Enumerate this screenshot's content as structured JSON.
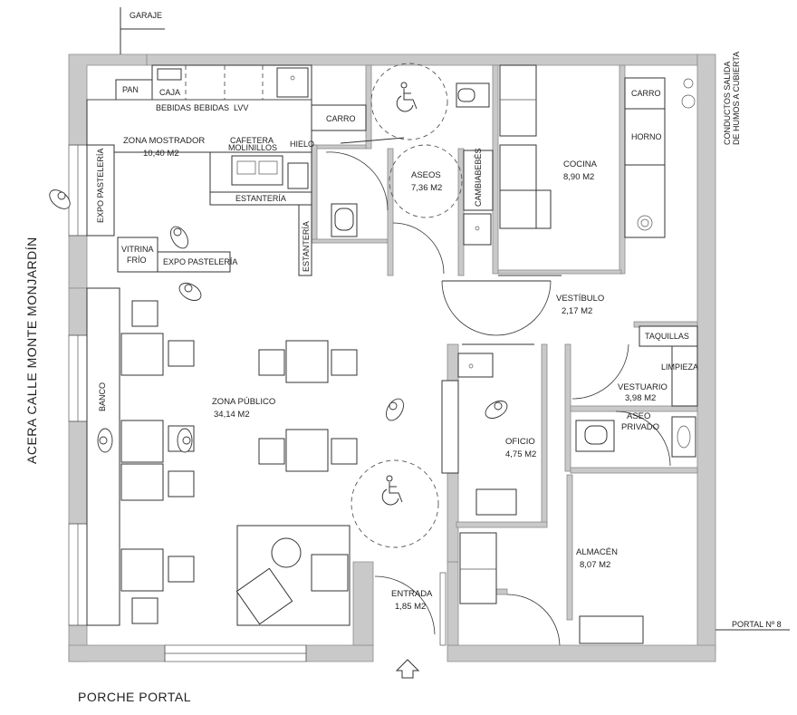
{
  "surroundings": {
    "garage": "GARAJE",
    "street": "ACERA CALLE MONTE MONJARDÍN",
    "porch": "PORCHE PORTAL",
    "portal": "PORTAL Nº 8",
    "smoke_ducts_line1": "CONDUCTOS SALIDA",
    "smoke_ducts_line2": "DE HUMOS A CUBIERTA"
  },
  "rooms": {
    "mostrador": {
      "name": "ZONA MOSTRADOR",
      "area": "10,40 M2"
    },
    "aseos": {
      "name": "ASEOS",
      "area": "7,36 M2"
    },
    "cocina": {
      "name": "COCINA",
      "area": "8,90 M2"
    },
    "vestibulo": {
      "name": "VESTÍBULO",
      "area": "2,17 M2"
    },
    "publico": {
      "name": "ZONA PÚBLICO",
      "area": "34,14 M2"
    },
    "vestuario": {
      "name": "VESTUARIO",
      "area": "3,98 M2"
    },
    "aseo_privado_line1": "ASEO",
    "aseo_privado_line2": "PRIVADO",
    "oficio": {
      "name": "OFICIO",
      "area": "4,75 M2"
    },
    "almacen": {
      "name": "ALMACÉN",
      "area": "8,07 M2"
    },
    "entrada": {
      "name": "ENTRADA",
      "area": "1,85 M2"
    }
  },
  "fixtures": {
    "pan": "PAN",
    "caja": "CAJA",
    "bebidas_1": "BEBIDAS",
    "bebidas_2": "BEBIDAS",
    "lvv": "LVV",
    "carro_bar": "CARRO",
    "cafetera_line1": "CAFETERA",
    "cafetera_line2": "MOLINILLOS",
    "hielo": "HIELO",
    "estanteria_h": "ESTANTERÍA",
    "estanteria_v": "ESTANTERÍA",
    "expo_pasteleria_v": "EXPO PASTELERÍA",
    "expo_pasteleria_h": "EXPO PASTELERÍA",
    "vitrina_line1": "VITRINA",
    "vitrina_line2": "FRÍO",
    "cambiabebes": "CAMBIABEBÉS",
    "carro_cocina": "CARRO",
    "horno": "HORNO",
    "taquillas": "TAQUILLAS",
    "limpieza": "LIMPIEZA",
    "banco": "BANCO"
  }
}
